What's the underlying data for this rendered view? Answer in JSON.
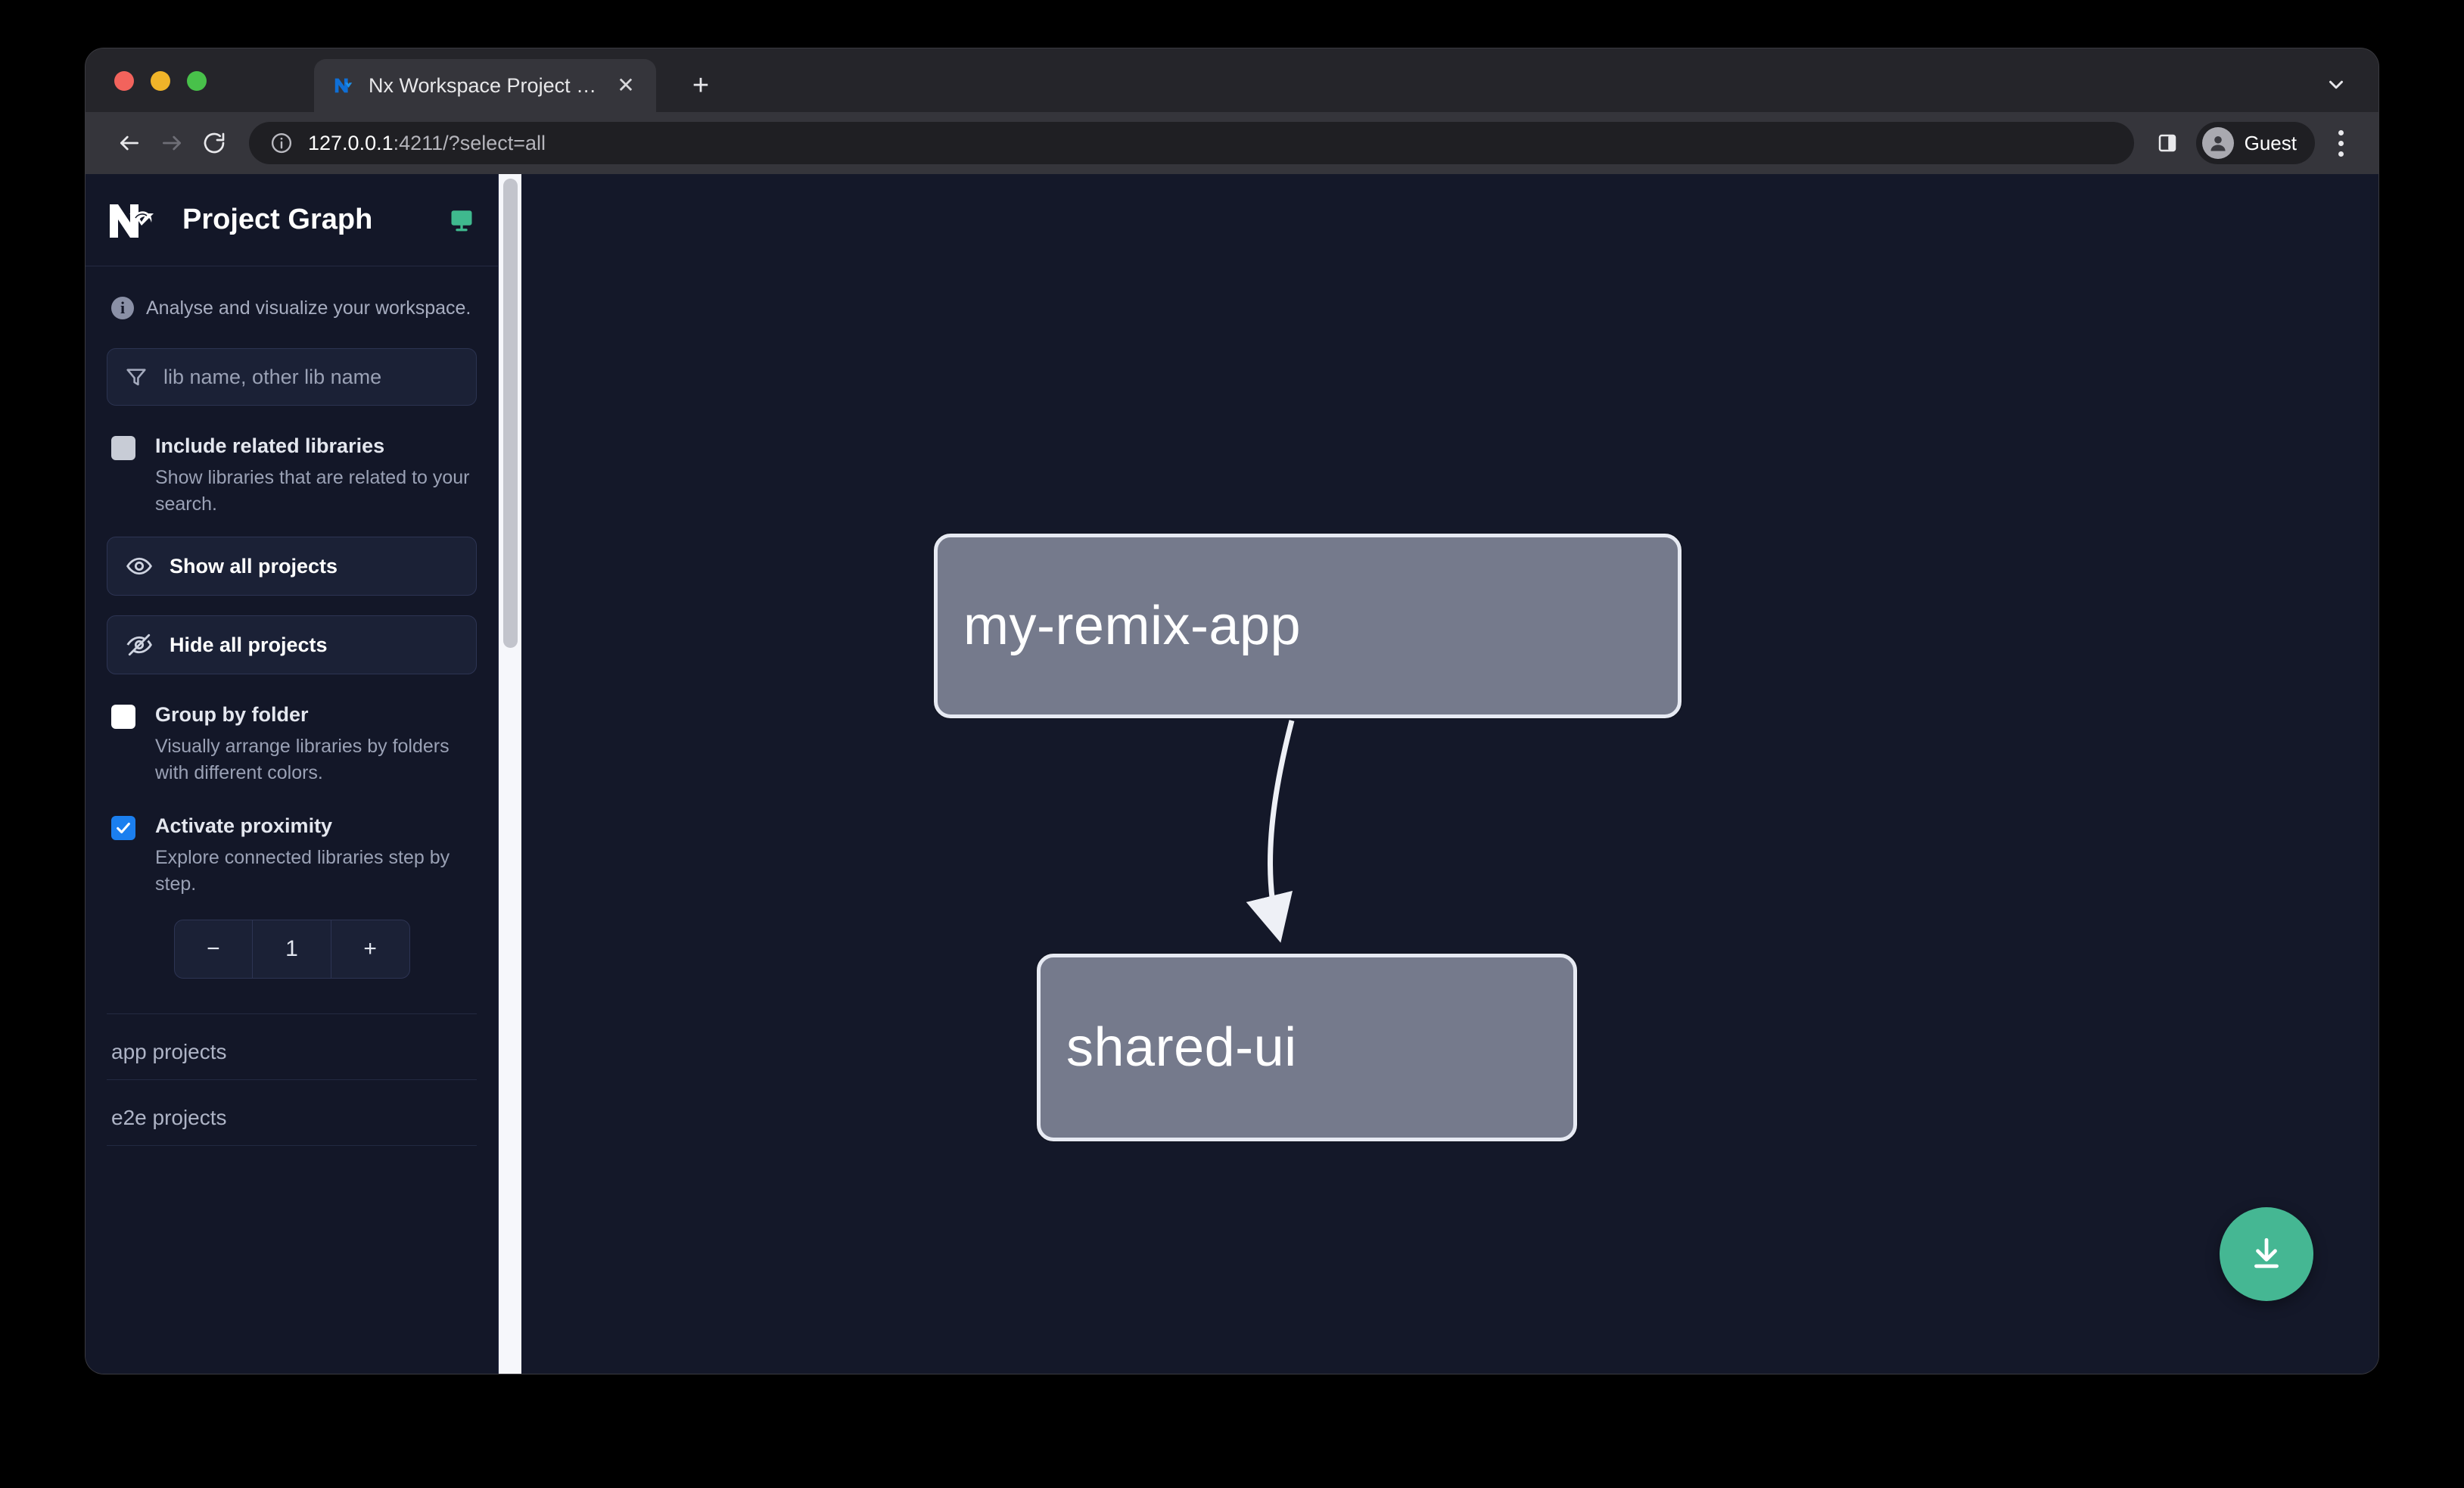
{
  "browser": {
    "tab": {
      "title": "Nx Workspace Project Graph",
      "favicon": "nx-logo-icon",
      "close_label": "✕"
    },
    "new_tab_label": "+",
    "tabstrip_chevron": "chevron-down-icon",
    "toolbar": {
      "back": "back-arrow-icon",
      "forward": "forward-arrow-icon",
      "reload": "reload-icon",
      "site_info": "info-circle-icon",
      "url_host": "127.0.0.1",
      "url_rest": ":4211/?select=all",
      "side_panel": "side-panel-icon",
      "profile_name": "Guest",
      "menu": "kebab-menu-icon"
    }
  },
  "sidebar": {
    "logo": "nx-logo",
    "title": "Project Graph",
    "monitor_icon": "monitor-icon",
    "hint": "Analyse and visualize your workspace.",
    "search": {
      "placeholder": "lib name, other lib name",
      "value": "",
      "icon": "filter-funnel-icon"
    },
    "options": [
      {
        "label": "Include related libraries",
        "desc": "Show libraries that are related to your search.",
        "checked": false,
        "style": "grey"
      },
      {
        "label": "Group by folder",
        "desc": "Visually arrange libraries by folders with different colors.",
        "checked": false,
        "style": "white"
      },
      {
        "label": "Activate proximity",
        "desc": "Explore connected libraries step by step.",
        "checked": true,
        "style": "blue"
      }
    ],
    "buttons": [
      {
        "label": "Show all projects",
        "icon": "eye-icon"
      },
      {
        "label": "Hide all projects",
        "icon": "eye-off-icon"
      }
    ],
    "stepper": {
      "decrement": "−",
      "value": "1",
      "increment": "+"
    },
    "project_sections": [
      {
        "label": "app projects"
      },
      {
        "label": "e2e projects"
      }
    ]
  },
  "graph": {
    "nodes": [
      {
        "id": "my-remix-app",
        "label": "my-remix-app"
      },
      {
        "id": "shared-ui",
        "label": "shared-ui"
      }
    ],
    "edges": [
      {
        "from": "my-remix-app",
        "to": "shared-ui"
      }
    ],
    "download_button": {
      "icon": "download-icon",
      "color": "#45b793"
    }
  },
  "colors": {
    "accent_green": "#45b793",
    "checkbox_blue": "#1b7fef",
    "canvas_bg": "#141829",
    "sidebar_bg": "#131728",
    "node_fill": "#757a8c",
    "node_border": "#e7eaf3"
  }
}
